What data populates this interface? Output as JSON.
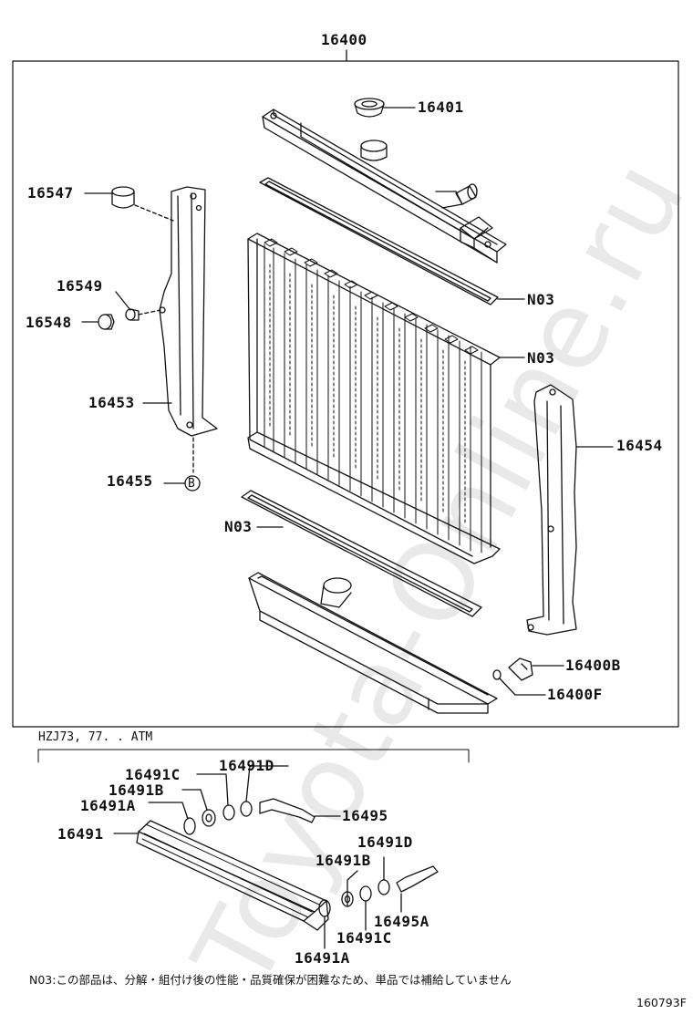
{
  "watermark": "Toyota-Online.ru",
  "assembly_label": "16400",
  "parts": {
    "p16401": "16401",
    "p16547": "16547",
    "p16549": "16549",
    "p16548": "16548",
    "p16453": "16453",
    "p16455": "16455",
    "p16454": "16454",
    "n03_a": "N03",
    "n03_b": "N03",
    "n03_c": "N03",
    "p16400B": "16400B",
    "p16400F": "16400F",
    "callout_b": "B"
  },
  "cooler_section": {
    "title": "HZJ73, 77. . ATM",
    "parts": {
      "p16491C_top": "16491C",
      "p16491D_top": "16491D",
      "p16491B_top": "16491B",
      "p16491A_top": "16491A",
      "p16495": "16495",
      "p16491": "16491",
      "p16491D_bot": "16491D",
      "p16491B_bot": "16491B",
      "p16495A": "16495A",
      "p16491C_bot": "16491C",
      "p16491A_bot": "16491A"
    }
  },
  "footnote": "N03:この部品は、分解・組付け後の性能・品質確保が困難なため、単品では補給していません",
  "figure_id": "160793F"
}
